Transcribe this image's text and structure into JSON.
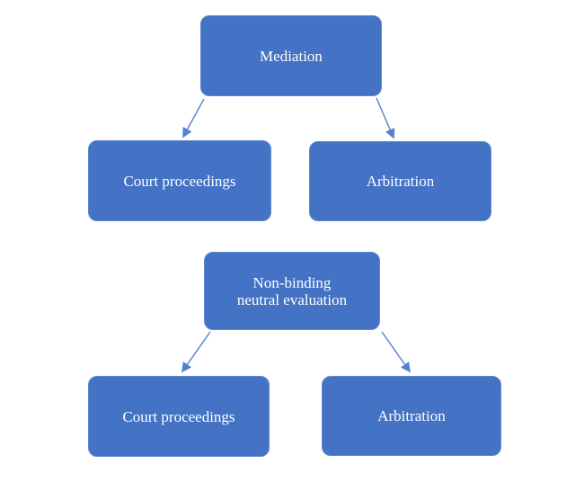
{
  "colors": {
    "background": "#ffffff",
    "node_fill": "#4472C4",
    "node_border": "#5F88D0",
    "node_text": "#ffffff",
    "arrow": "#5580CE"
  },
  "diagrams": [
    {
      "name": "mediation-flow",
      "root": {
        "label": "Mediation",
        "lines": [
          "Mediation"
        ]
      },
      "children": [
        {
          "label": "Court proceedings",
          "lines": [
            "Court proceedings"
          ]
        },
        {
          "label": "Arbitration",
          "lines": [
            "Arbitration"
          ]
        }
      ]
    },
    {
      "name": "neutral-evaluation-flow",
      "root": {
        "label": "Non-binding neutral evaluation",
        "lines": [
          "Non-binding",
          "neutral evaluation"
        ]
      },
      "children": [
        {
          "label": "Court proceedings",
          "lines": [
            "Court proceedings"
          ]
        },
        {
          "label": "Arbitration",
          "lines": [
            "Arbitration"
          ]
        }
      ]
    }
  ],
  "edges": [
    {
      "from": "Mediation",
      "to": "Court proceedings"
    },
    {
      "from": "Mediation",
      "to": "Arbitration"
    },
    {
      "from": "Non-binding neutral evaluation",
      "to": "Court proceedings"
    },
    {
      "from": "Non-binding neutral evaluation",
      "to": "Arbitration"
    }
  ]
}
